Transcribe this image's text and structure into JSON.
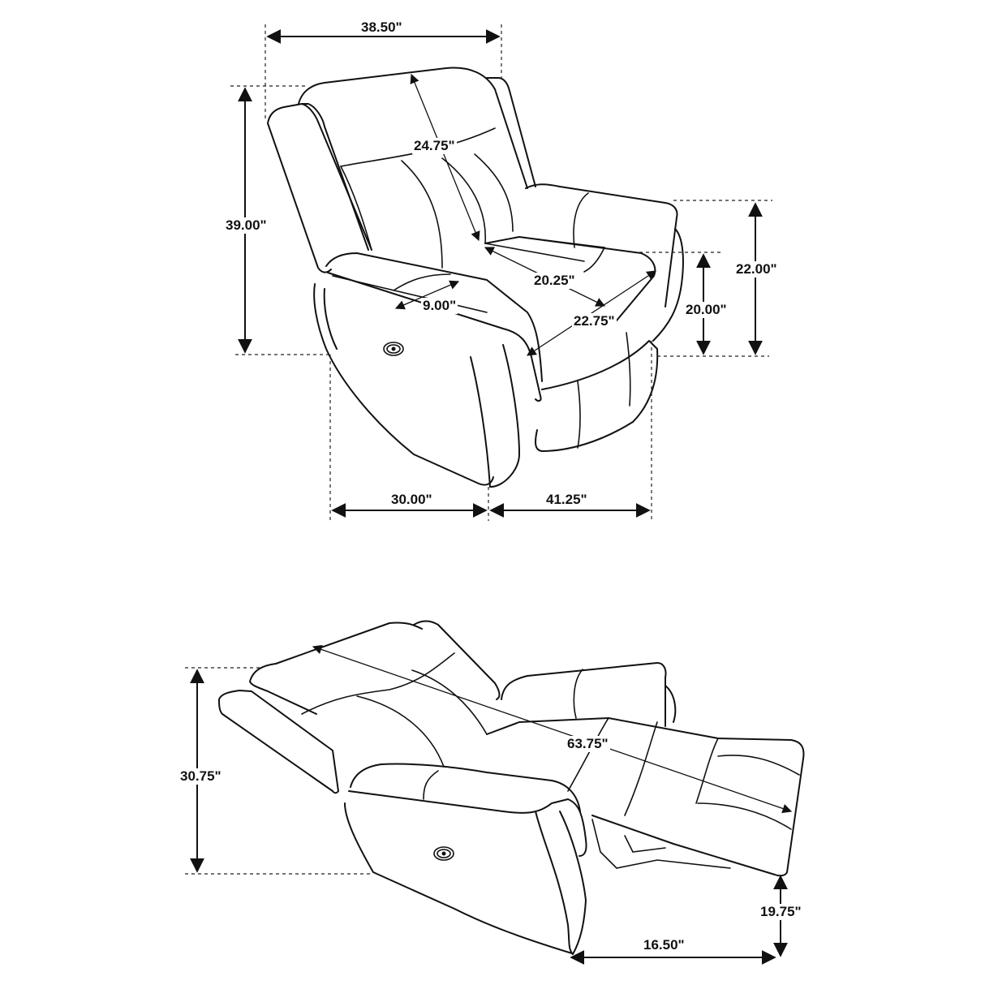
{
  "diagram": {
    "subject": "Power recliner chair dimension drawing",
    "views": [
      {
        "name": "upright-view",
        "dimensions": {
          "overall_width": "38.50\"",
          "overall_height": "39.00\"",
          "back_height": "24.75\"",
          "seat_width": "20.25\"",
          "arm_width": "9.00\"",
          "seat_depth": "22.75\"",
          "arm_height": "22.00\"",
          "seat_height": "20.00\"",
          "depth_front": "30.00\"",
          "depth_total_right": "41.25\""
        }
      },
      {
        "name": "reclined-view",
        "dimensions": {
          "reclined_height": "30.75\"",
          "reclined_length": "63.75\"",
          "footrest_height": "19.75\"",
          "footrest_extension": "16.50\""
        }
      }
    ],
    "icons": [
      "power-button-icon",
      "power-button-icon"
    ]
  }
}
